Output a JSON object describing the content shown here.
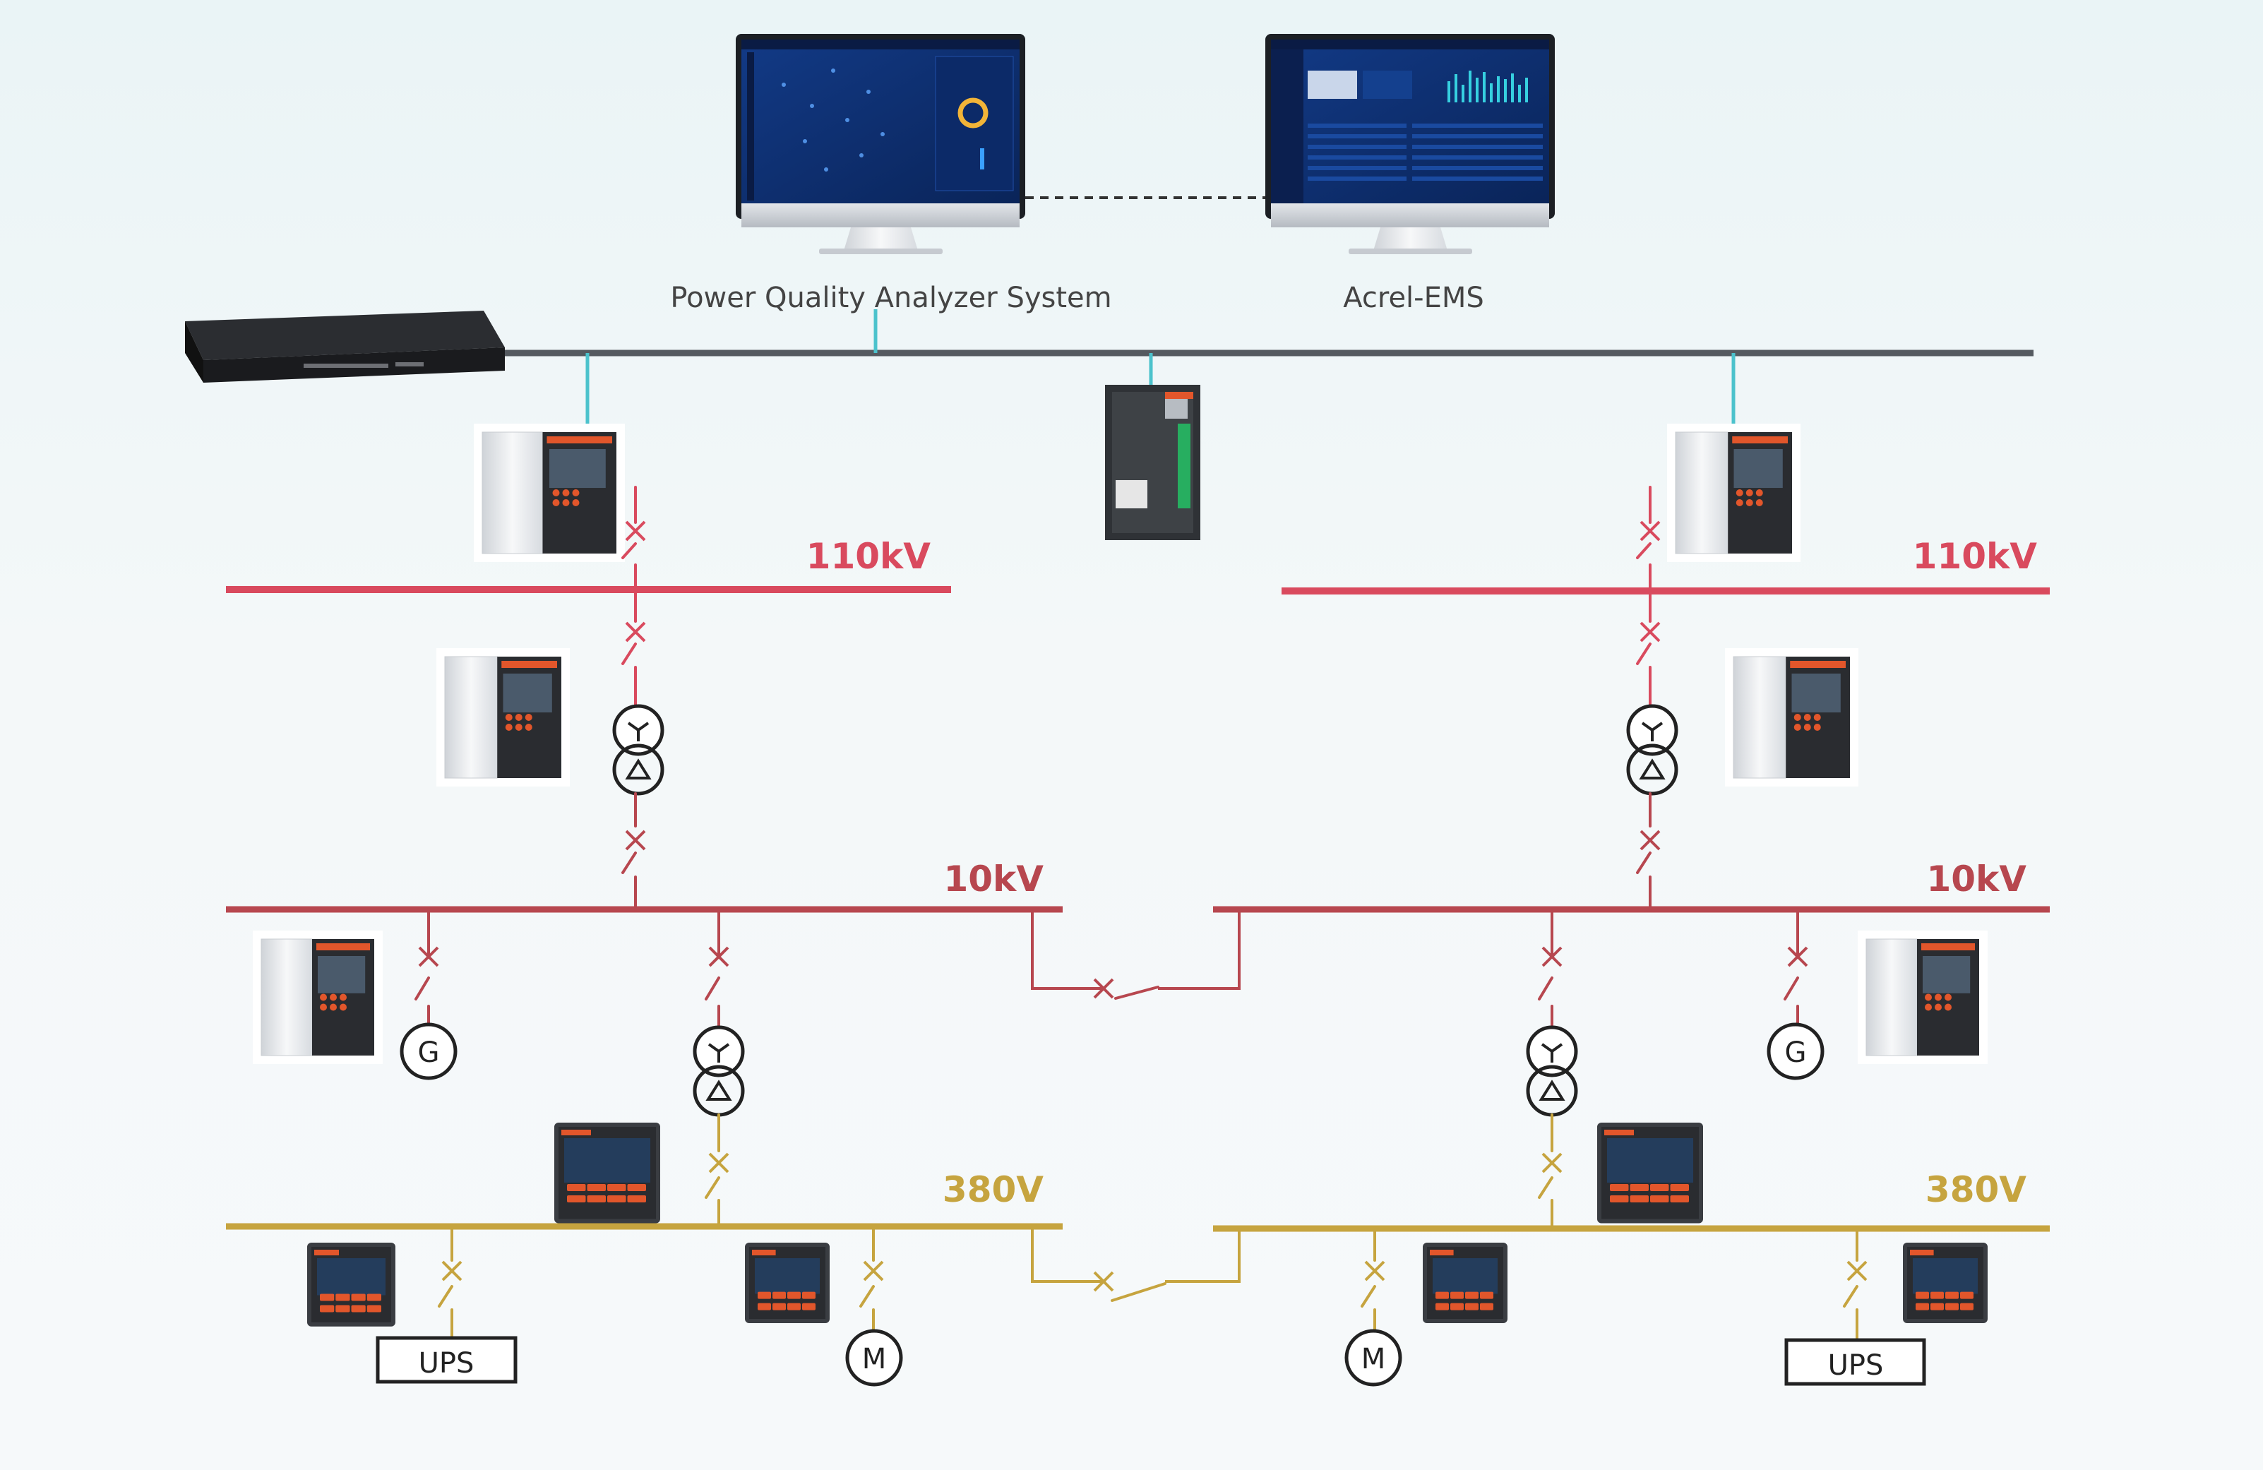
{
  "systems": {
    "pqas_label": "Power Quality Analyzer System",
    "ems_label": "Acrel-EMS"
  },
  "left": {
    "hv_label": "110kV",
    "mv_label": "10kV",
    "lv_label": "380V",
    "gen_label": "G",
    "motor_label": "M",
    "ups_label": "UPS"
  },
  "right": {
    "hv_label": "110kV",
    "mv_label": "10kV",
    "lv_label": "380V",
    "gen_label": "G",
    "motor_label": "M",
    "ups_label": "UPS"
  },
  "colors": {
    "hv_bus": "#d94a5e",
    "mv_bus": "#b7474f",
    "lv_bus": "#c6a43f",
    "network_bus": "#555a60",
    "comm_link": "#4cc2cc",
    "device_panel": "#2a2c30",
    "device_accent": "#e2562b",
    "monitor_screen": "#0e2f74"
  }
}
